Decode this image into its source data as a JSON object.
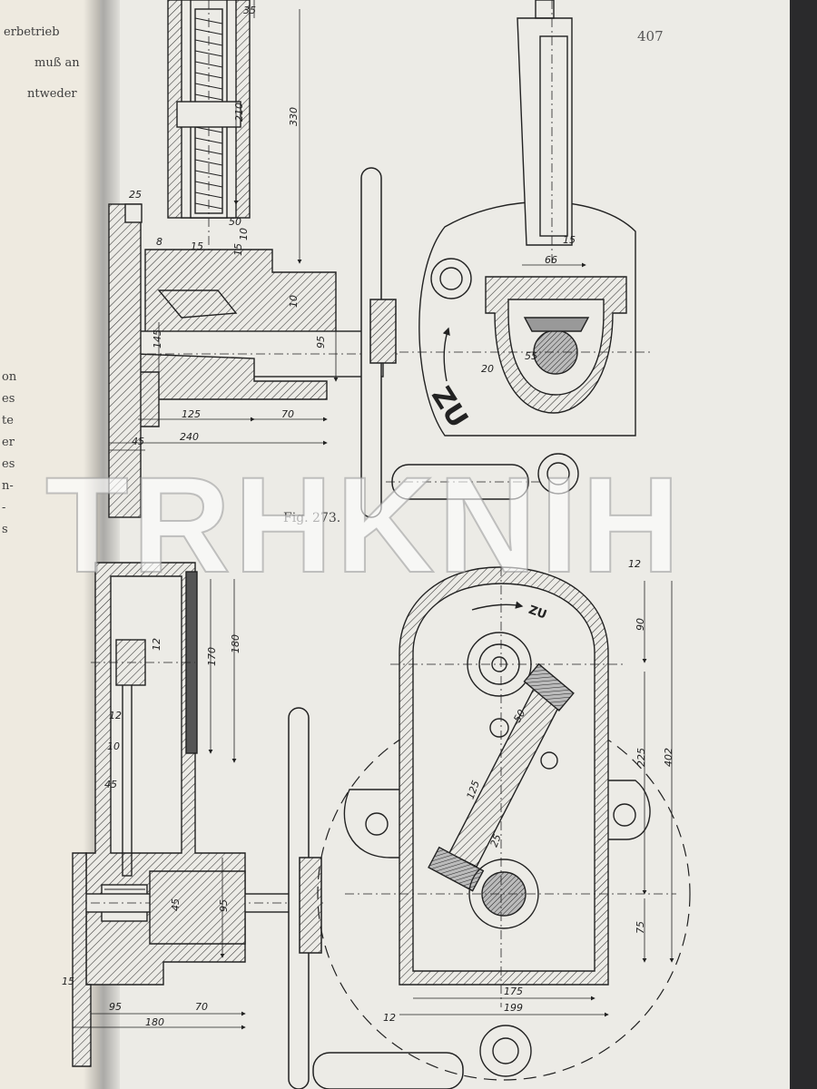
{
  "page_number": "407",
  "figure_caption": "Fig. 273.",
  "watermark": "TRHKNIH",
  "left_page_fragments": [
    "erbetrieb",
    "muß an",
    "ntweder",
    "on",
    "es",
    "te",
    "er",
    "es",
    "n-",
    "-",
    "s"
  ],
  "directions": {
    "close_label_upper": "ZU",
    "close_label_lower": "ZU"
  },
  "dimensions_upper": {
    "d35": "35",
    "d210": "210",
    "d330": "330",
    "d25": "25",
    "d50": "50",
    "d8": "8",
    "d15a": "15",
    "d10a": "10",
    "d15b": "15",
    "d10b": "10",
    "d95": "95",
    "d145": "145",
    "d125": "125",
    "d70": "70",
    "d45": "45",
    "d240": "240",
    "d15c": "15",
    "d66": "66",
    "d55": "55",
    "d20": "20"
  },
  "dimensions_lower": {
    "d12a": "12",
    "d170": "170",
    "d180a": "180",
    "d12b": "12",
    "d10": "10",
    "d45a": "45",
    "d45b": "45",
    "d95a": "95",
    "d15": "15",
    "d95b": "95",
    "d70": "70",
    "d180b": "180",
    "d12c": "12",
    "d90": "90",
    "d50": "50",
    "d125": "125",
    "d25": "25",
    "d225": "225",
    "d402": "402",
    "d75": "75",
    "d175": "175",
    "d199": "199",
    "d12d": "12"
  }
}
